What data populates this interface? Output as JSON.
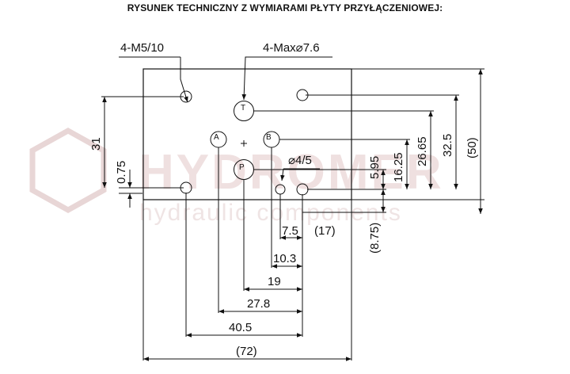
{
  "title": "RYSUNEK TECHNICZNY Z WYMIARAMI PŁYTY PRZYŁĄCZENIOWEJ:",
  "watermark": {
    "brand": "HYDROMER",
    "tagline": "hydraulic components",
    "color": "#e8d6d6"
  },
  "callouts": {
    "thread": "4-M5/10",
    "bore": "4-Max⌀7.6",
    "pin": "⌀4/5"
  },
  "ports": {
    "t": "T",
    "a": "A",
    "b": "B",
    "p": "P"
  },
  "dims_vertical": {
    "d31": "31",
    "d075": "0.75",
    "d595": "5.95",
    "d1625": "16.25",
    "d2665": "26.65",
    "d325": "32.5",
    "d50": "(50)",
    "d875": "(8.75)"
  },
  "dims_horizontal": {
    "d75": "7.5",
    "d17": "(17)",
    "d103": "10.3",
    "d19": "19",
    "d278": "27.8",
    "d405": "40.5",
    "d72": "(72)"
  },
  "colors": {
    "line": "#111111",
    "watermark": "#e8d6d6"
  }
}
